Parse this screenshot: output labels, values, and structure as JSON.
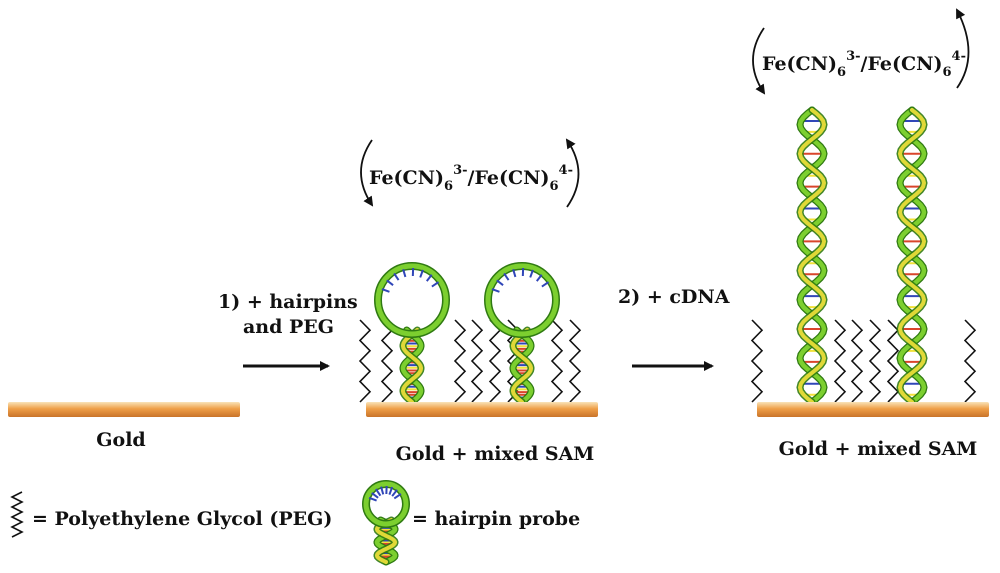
{
  "colors": {
    "gold_light": "#f7d9a6",
    "gold_mid": "#e9a24c",
    "gold_dark": "#c9742a",
    "dna_green": "#7ccf2f",
    "dna_dark": "#2f7a12",
    "dna_yellow": "#f2e23a",
    "rung_red": "#d9452b",
    "rung_blue": "#3046b8",
    "ink": "#111111"
  },
  "redox": {
    "left": {
      "species": "Fe(CN)",
      "sub": "6",
      "charge": "3-",
      "slash": "/",
      "species2": "Fe(CN)",
      "sub2": "6",
      "charge2": "4-"
    },
    "right": {
      "species": "Fe(CN)",
      "sub": "6",
      "charge": "3-",
      "slash": "/",
      "species2": "Fe(CN)",
      "sub2": "6",
      "charge2": "4-"
    }
  },
  "steps": {
    "step1_line1": "1) + hairpins",
    "step1_line2": "and PEG",
    "step2": "2) + cDNA"
  },
  "electrodes": {
    "bare": "Gold",
    "mixed_sam": "Gold + mixed SAM",
    "hybridized": "Gold + mixed SAM"
  },
  "legend": {
    "peg": "= Polyethylene Glycol (PEG)",
    "probe": "= hairpin probe"
  },
  "icons": [
    "peg-zigzag-icon",
    "hairpin-probe-icon",
    "dna-double-helix-icon",
    "reaction-arrow-icon",
    "redox-cycle-arrow-icon"
  ]
}
